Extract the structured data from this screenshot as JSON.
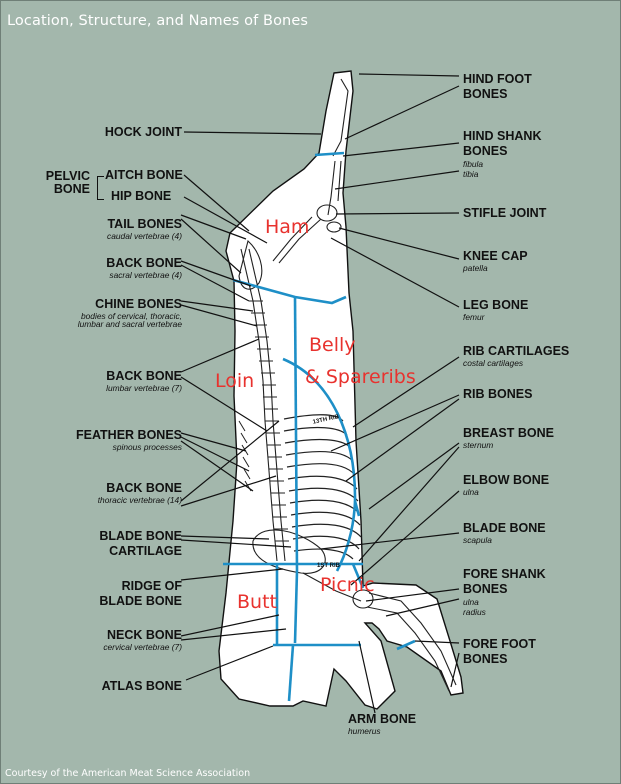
{
  "title": "Location, Structure, and Names of Bones",
  "credit": "Courtesy of the American Meat Science Association",
  "cuts": {
    "ham": "Ham",
    "loin": "Loin",
    "belly": "Belly",
    "spareribs": "& Spareribs",
    "butt": "Butt",
    "picnic": "Picnic"
  },
  "markers": {
    "rib13": "13TH RIB",
    "rib1": "1ST RIB"
  },
  "left_labels": {
    "hock_joint": {
      "name": "HOCK JOINT"
    },
    "pelvic_bone": {
      "name": "PELVIC BONE"
    },
    "aitch_bone": {
      "name": "AITCH BONE"
    },
    "hip_bone": {
      "name": "HIP BONE"
    },
    "tail_bones": {
      "name": "TAIL BONES",
      "sub": "caudal vertebrae (4)"
    },
    "back_bone_sacral": {
      "name": "BACK BONE",
      "sub": "sacral vertebrae (4)"
    },
    "chine_bones": {
      "name": "CHINE BONES",
      "sub": "bodies of cervical, thoracic, lumbar and sacral vertebrae"
    },
    "back_bone_lumbar": {
      "name": "BACK BONE",
      "sub": "lumbar vertebrae (7)"
    },
    "feather_bones": {
      "name": "FEATHER BONES",
      "sub": "spinous processes"
    },
    "back_bone_thoracic": {
      "name": "BACK BONE",
      "sub": "thoracic vertebrae (14)"
    },
    "blade_bone_cartilage": {
      "name": "BLADE BONE CARTILAGE"
    },
    "ridge_of_blade_bone": {
      "name": "RIDGE OF BLADE BONE"
    },
    "neck_bone": {
      "name": "NECK BONE",
      "sub": "cervical vertebrae (7)"
    },
    "atlas_bone": {
      "name": "ATLAS BONE"
    }
  },
  "right_labels": {
    "hind_foot_bones": {
      "name": "HIND FOOT BONES"
    },
    "hind_shank_bones": {
      "name": "HIND SHANK BONES",
      "sub1": "fibula",
      "sub2": "tibia"
    },
    "stifle_joint": {
      "name": "STIFLE JOINT"
    },
    "knee_cap": {
      "name": "KNEE CAP",
      "sub": "patella"
    },
    "leg_bone": {
      "name": "LEG BONE",
      "sub": "femur"
    },
    "rib_cartilages": {
      "name": "RIB CARTILAGES",
      "sub": "costal cartilages"
    },
    "rib_bones": {
      "name": "RIB BONES"
    },
    "breast_bone": {
      "name": "BREAST BONE",
      "sub": "sternum"
    },
    "elbow_bone": {
      "name": "ELBOW BONE",
      "sub": "ulna"
    },
    "blade_bone": {
      "name": "BLADE BONE",
      "sub": "scapula"
    },
    "fore_shank_bones": {
      "name": "FORE SHANK BONES",
      "sub1": "ulna",
      "sub2": "radius"
    },
    "fore_foot_bones": {
      "name": "FORE FOOT BONES"
    }
  },
  "bottom_labels": {
    "arm_bone": {
      "name": "ARM BONE",
      "sub": "humerus"
    }
  },
  "colors": {
    "background": "#a3b7ac",
    "carcass": "#ffffff",
    "cut_lines": "#1e8fc7",
    "cut_text": "#e8322e",
    "ink": "#111111"
  }
}
